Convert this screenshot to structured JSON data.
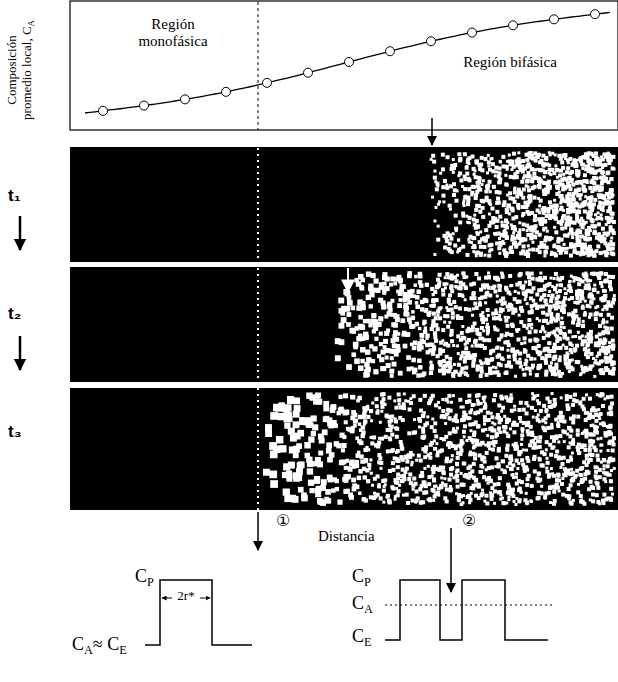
{
  "diagram": {
    "labels": [
      "Composición",
      "promedio local, C",
      "A",
      "Región monofásica",
      "Región bifásica",
      "t₁",
      "t₂",
      "t₃",
      "Distancia",
      "①",
      "②",
      "C",
      "P",
      "2r*",
      "C",
      "A",
      "≈ C",
      "E",
      "C",
      "P",
      "C",
      "A",
      "C",
      "E"
    ]
  }
}
